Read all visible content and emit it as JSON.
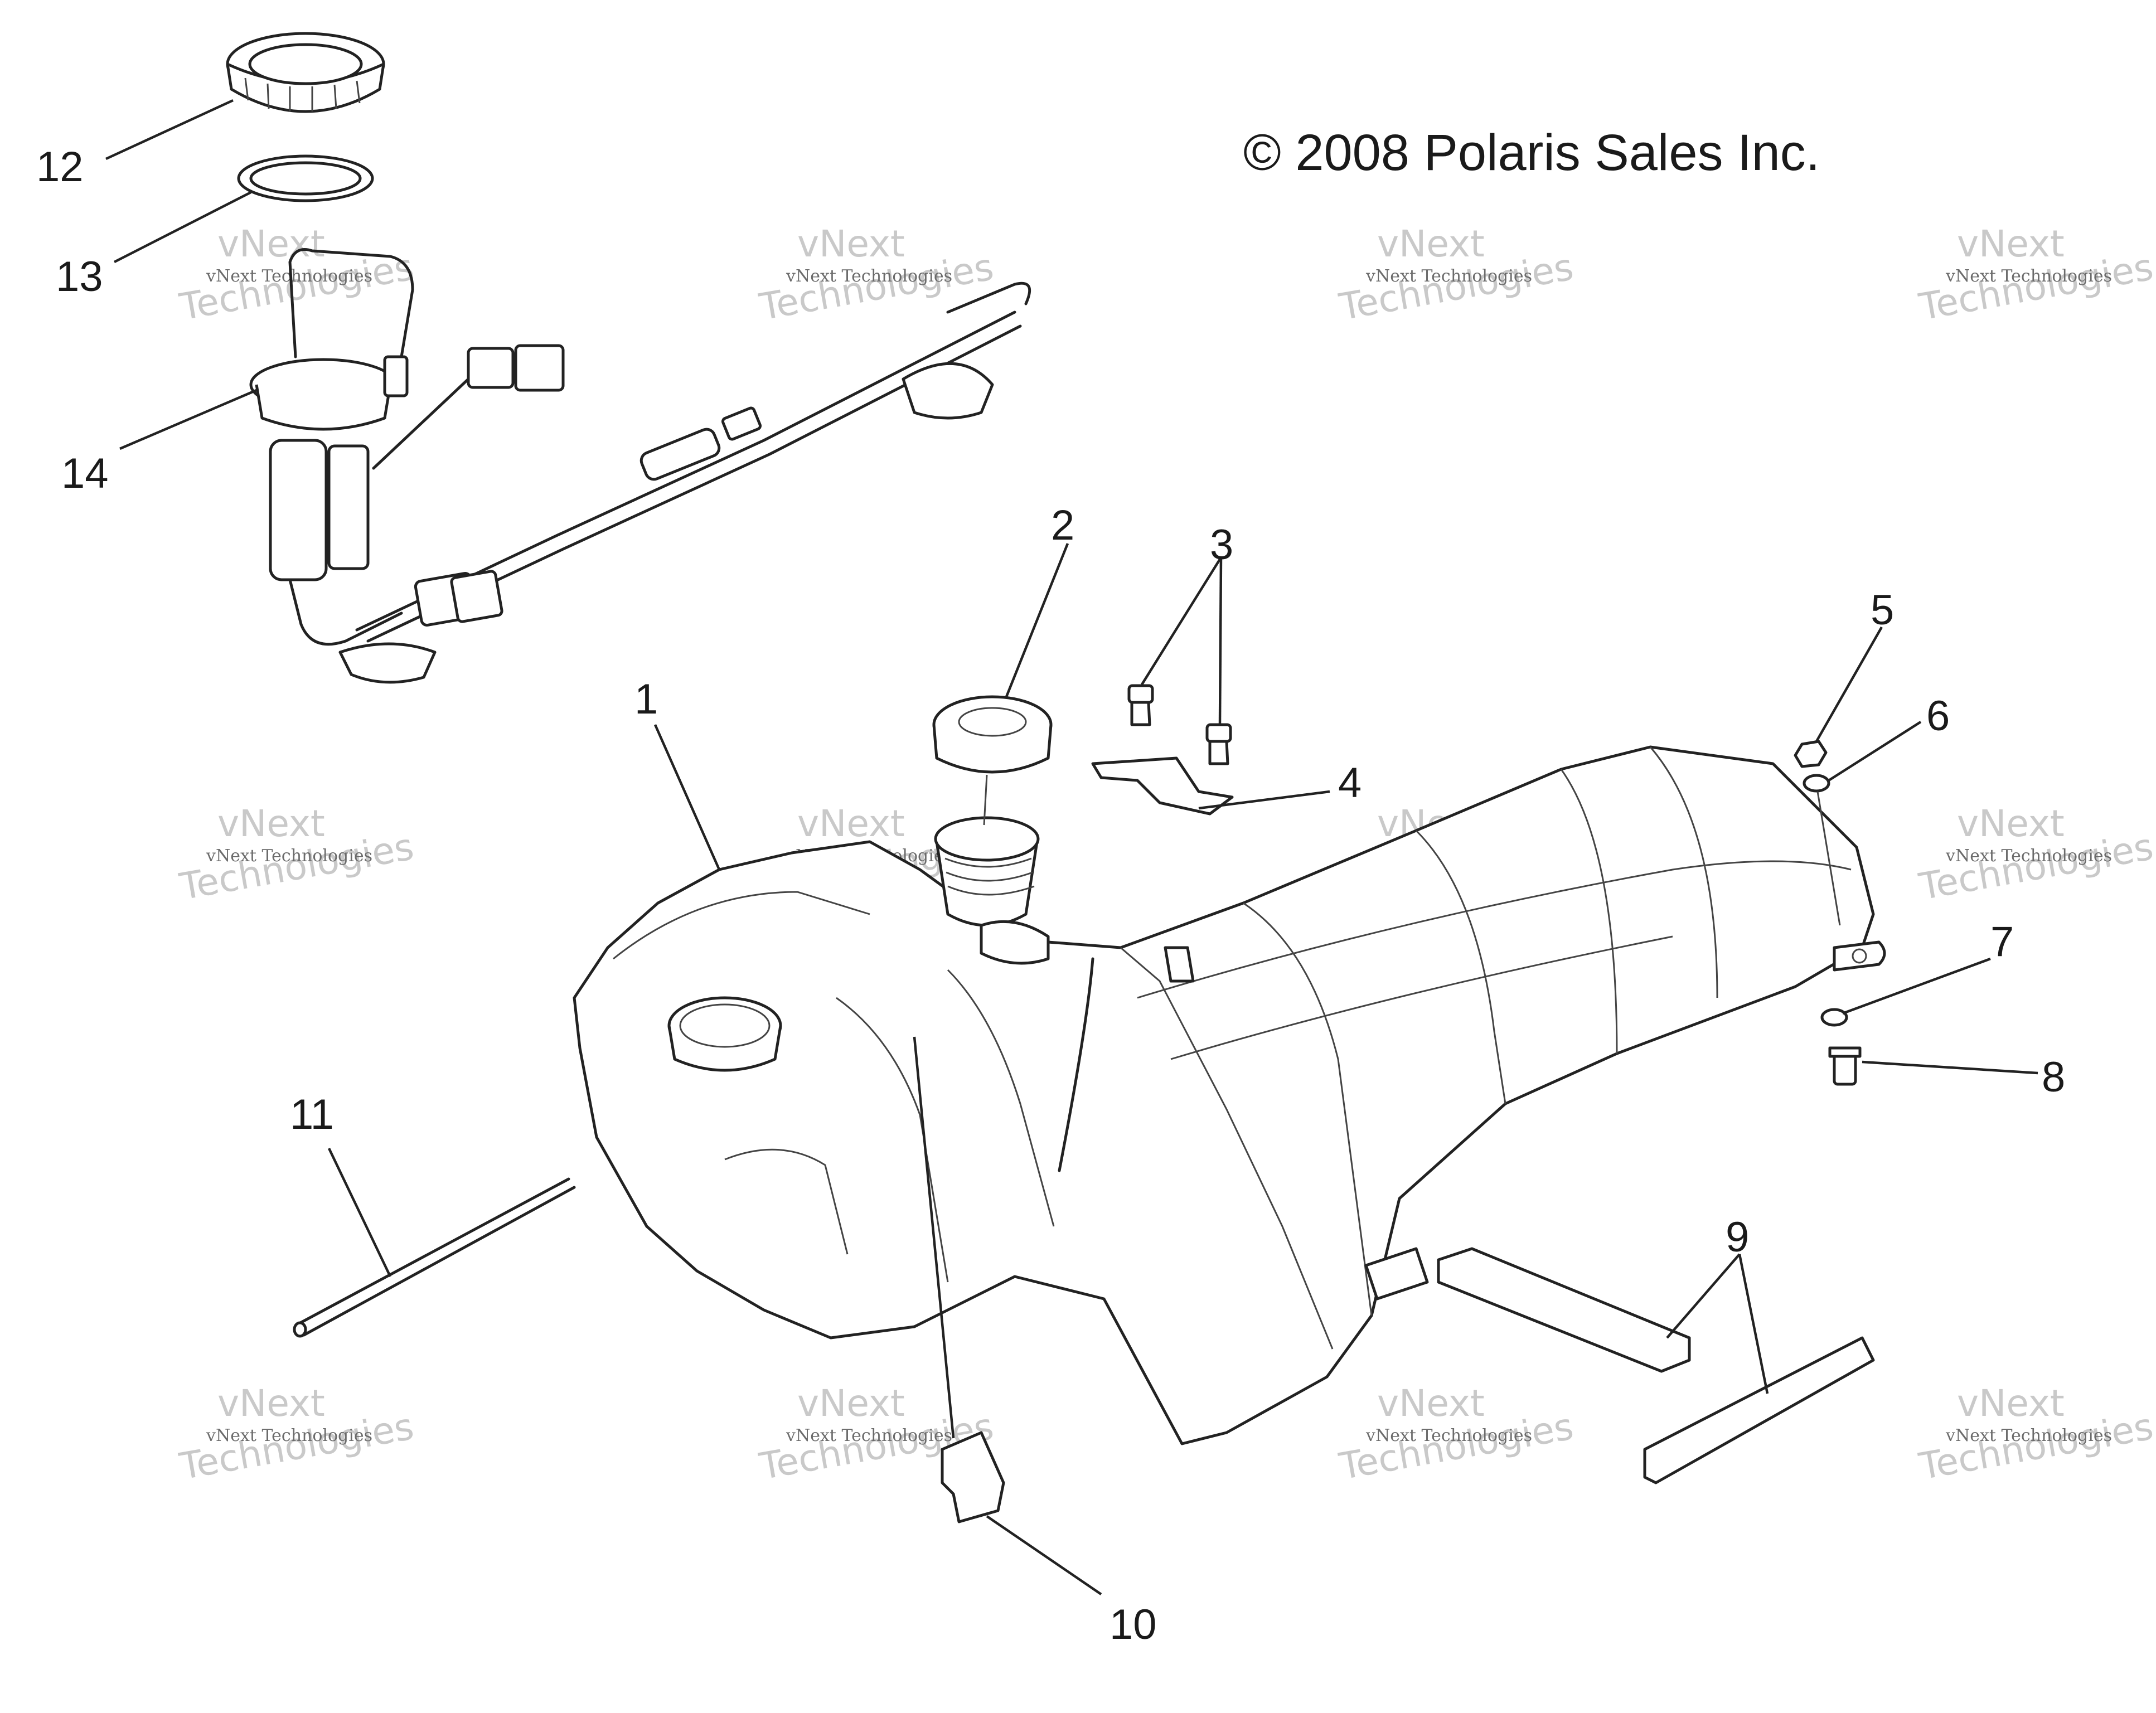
{
  "copyright": "© 2008 Polaris Sales Inc.",
  "watermark": {
    "line1": "vNext Technologies",
    "line2": "Technologies",
    "line3": "vNext"
  },
  "callouts": [
    "1",
    "2",
    "3",
    "4",
    "5",
    "6",
    "7",
    "8",
    "9",
    "10",
    "11",
    "12",
    "13",
    "14"
  ]
}
